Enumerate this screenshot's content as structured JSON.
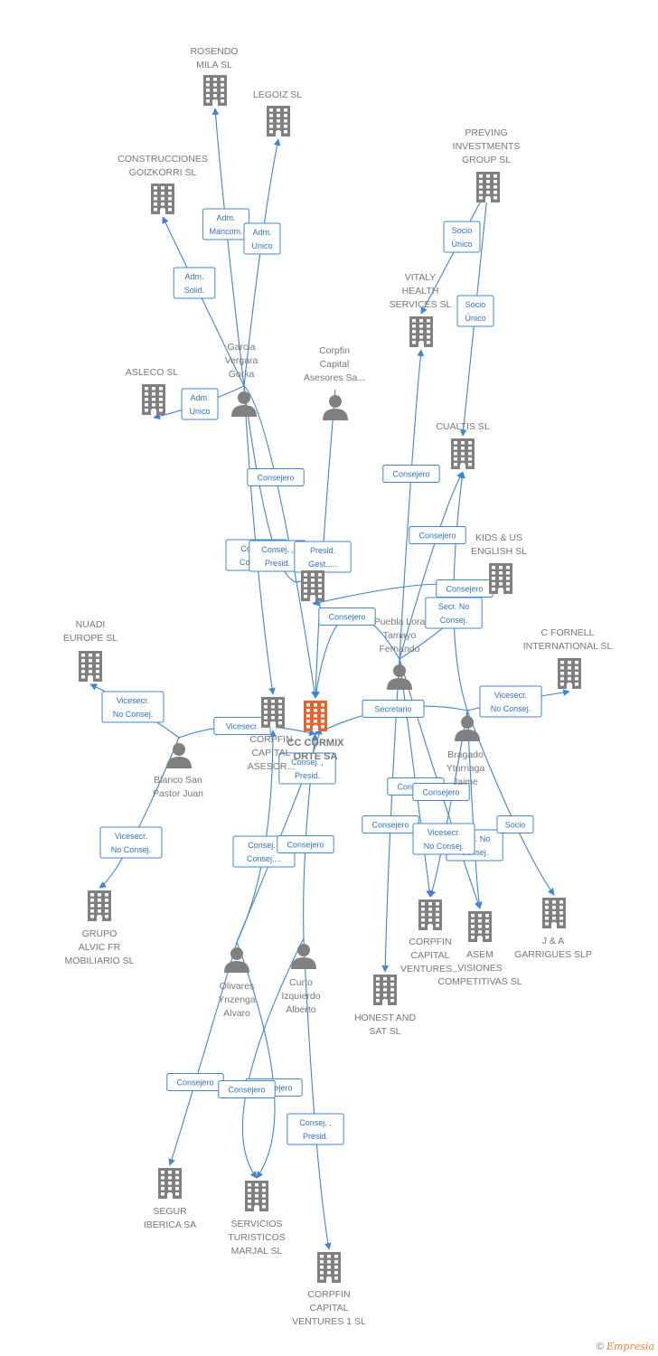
{
  "nodes": [
    {
      "id": "rosendo",
      "type": "company",
      "label": "ROSENDO|MILA SL"
    },
    {
      "id": "legoiz",
      "type": "company",
      "label": "LEGOIZ SL"
    },
    {
      "id": "goizkorri",
      "type": "company",
      "label": "CONSTRUCCIONES|GOIZKORRI SL"
    },
    {
      "id": "preving",
      "type": "company",
      "label": "PREVING|INVESTMENTS|GROUP  SL"
    },
    {
      "id": "vitaly",
      "type": "company",
      "label": "VITALY|HEALTH|SERVICES  SL"
    },
    {
      "id": "asleco",
      "type": "company",
      "label": "ASLECO SL"
    },
    {
      "id": "cualtis",
      "type": "company",
      "label": "CUALTIS  SL"
    },
    {
      "id": "kidsus",
      "type": "company",
      "label": "KIDS & US|ENGLISH SL"
    },
    {
      "id": "midco",
      "type": "company",
      "label": ""
    },
    {
      "id": "cfornell",
      "type": "company",
      "label": "C FORNELL|INTERNATIONAL SL"
    },
    {
      "id": "nuadi",
      "type": "company",
      "label": "NUADI|EUROPE  SL"
    },
    {
      "id": "ccormix",
      "type": "main",
      "label": "CC CORMIX|ORTE SA"
    },
    {
      "id": "corpfinasesor",
      "type": "company",
      "label": "CORPFIN|CAPITAL|ASESOR..."
    },
    {
      "id": "grupoalvic",
      "type": "company",
      "label": "GRUPO|ALVIC FR|MOBILIARIO  SL"
    },
    {
      "id": "corpfinventures",
      "type": "company",
      "label": "CORPFIN|CAPITAL|VENTURES..."
    },
    {
      "id": "asem",
      "type": "company",
      "label": "ASEM|VISIONES|COMPETITIVAS SL"
    },
    {
      "id": "jagarrigues",
      "type": "company",
      "label": "J & A|GARRIGUES SLP"
    },
    {
      "id": "honest",
      "type": "company",
      "label": "HONEST AND|SAT SL"
    },
    {
      "id": "segur",
      "type": "company",
      "label": "SEGUR|IBERICA SA"
    },
    {
      "id": "marjal",
      "type": "company",
      "label": "SERVICIOS|TURISTICOS|MARJAL SL"
    },
    {
      "id": "corpfinv1",
      "type": "company",
      "label": "CORPFIN|CAPITAL|VENTURES 1 SL"
    },
    {
      "id": "garcia",
      "type": "person",
      "label": "Garcia|Vergara|Gorka"
    },
    {
      "id": "corpfinperson",
      "type": "person",
      "label": "Corpfin|Capital|Asesores Sa..."
    },
    {
      "id": "puebla",
      "type": "person",
      "label": "Puebla Lora|Tamayo|Fernando"
    },
    {
      "id": "bragado",
      "type": "person",
      "label": "Bragado|Yturriaga|Jaime"
    },
    {
      "id": "blanco",
      "type": "person",
      "label": "Blanco San|Pastor Juan"
    },
    {
      "id": "olivares",
      "type": "person",
      "label": "Olivares|Ynzenga|Alvaro"
    },
    {
      "id": "curto",
      "type": "person",
      "label": "Curto|Izquierdo|Alberto"
    }
  ],
  "edges": [
    {
      "from": "garcia",
      "to": "rosendo",
      "label": "Adm.|Mancom."
    },
    {
      "from": "garcia",
      "to": "legoiz",
      "label": "Adm.|Unico"
    },
    {
      "from": "garcia",
      "to": "goizkorri",
      "label": "Adm.|Solid."
    },
    {
      "from": "garcia",
      "to": "asleco",
      "label": "Adm.|Unico"
    },
    {
      "from": "preving",
      "to": "vitaly",
      "label": "Socio|Único"
    },
    {
      "from": "preving",
      "to": "cualtis",
      "label": "Socio|Único"
    },
    {
      "from": "garcia",
      "to": "ccormix",
      "label": "Consejero"
    },
    {
      "from": "garcia",
      "to": "corpfinasesor",
      "label": "Consej. .|Consej...."
    },
    {
      "from": "garcia",
      "to": "midco",
      "label": "Consej. ,|Presid."
    },
    {
      "from": "corpfinperson",
      "to": "ccormix",
      "label": "Presid.|Gest.,..."
    },
    {
      "from": "puebla",
      "to": "vitaly",
      "label": "Consejero"
    },
    {
      "from": "puebla",
      "to": "cualtis",
      "label": "Consejero"
    },
    {
      "from": "puebla",
      "to": "midco",
      "label": "Consejero"
    },
    {
      "from": "bragado",
      "to": "cualtis",
      "label": "Secr.  No|Consej."
    },
    {
      "from": "puebla",
      "to": "ccormix",
      "label": "Consejero"
    },
    {
      "from": "bragado",
      "to": "cfornell",
      "label": "Vicesecr.|No Consej."
    },
    {
      "from": "blanco",
      "to": "nuadi",
      "label": "Vicesecr.|No Consej."
    },
    {
      "from": "blanco",
      "to": "ccormix",
      "label": "Vicesecr."
    },
    {
      "from": "bragado",
      "to": "ccormix",
      "label": "Secretario"
    },
    {
      "from": "blanco",
      "to": "grupoalvic",
      "label": "Vicesecr.|No Consej."
    },
    {
      "from": "olivares",
      "to": "ccormix",
      "label": "Consej. ,|Presid."
    },
    {
      "from": "olivares",
      "to": "corpfinasesor",
      "label": "Consej. .|Consej...."
    },
    {
      "from": "curto",
      "to": "ccormix",
      "label": "Consejero"
    },
    {
      "from": "puebla",
      "to": "corpfinventures",
      "label": "Consejero"
    },
    {
      "from": "puebla",
      "to": "asem",
      "label": "Consejero"
    },
    {
      "from": "puebla",
      "to": "honest",
      "label": "Consejero"
    },
    {
      "from": "bragado",
      "to": "asem",
      "label": "Secr.  No|Consej."
    },
    {
      "from": "bragado",
      "to": "corpfinventures",
      "label": "Vicesecr.|No Consej."
    },
    {
      "from": "bragado",
      "to": "jagarrigues",
      "label": "Socio"
    },
    {
      "from": "olivares",
      "to": "segur",
      "label": "Consejero"
    },
    {
      "from": "olivares",
      "to": "marjal",
      "label": "Consejero"
    },
    {
      "from": "curto",
      "to": "marjal",
      "label": "Consejero"
    },
    {
      "from": "curto",
      "to": "corpfinv1",
      "label": "Consej. ,|Presid."
    }
  ],
  "footer": {
    "copyright": "©",
    "brand": "Empresia"
  },
  "colors": {
    "edge": "#3d85d8",
    "node": "#808080",
    "main": "#e8642c"
  }
}
